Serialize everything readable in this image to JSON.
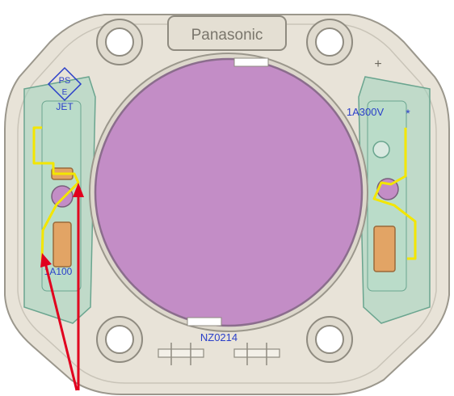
{
  "component": {
    "brand": "Panasonic",
    "part_code": "NZ0214",
    "rating": "1A300V",
    "rating_symbol": "*",
    "cert_mark_top": "PS",
    "cert_mark_mid": "E",
    "cert_mark_bottom": "JET",
    "left_code": "1A100",
    "plus_mark": "+",
    "colors": {
      "body": "#e8e3d8",
      "body_edge": "#9b978c",
      "disc": "#c38dc6",
      "disc_edge": "#8b6d8d",
      "terminal_tint": "#9fd3bd",
      "highlight": "#f3e600",
      "arrow": "#e1001e",
      "print_blue": "#2a3fc9"
    }
  }
}
